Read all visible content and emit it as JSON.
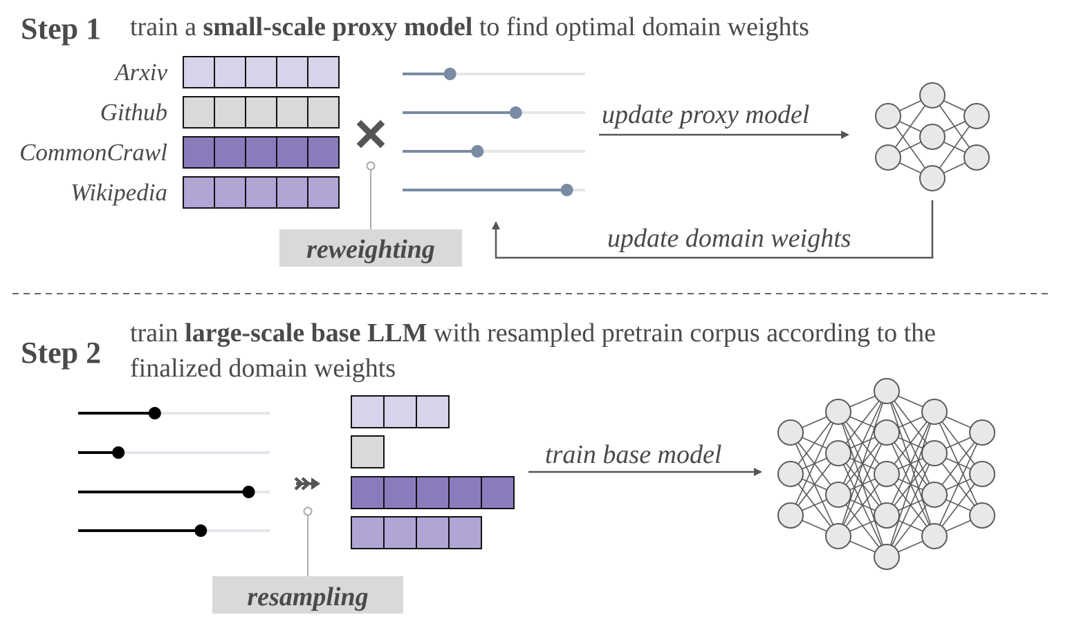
{
  "step1": {
    "label": "Step 1",
    "desc_pre": "train a ",
    "desc_bold": "small-scale proxy model",
    "desc_post": " to find optimal domain weights"
  },
  "step2": {
    "label": "Step 2",
    "desc_pre": "train ",
    "desc_bold": "large-scale base LLM",
    "desc_post": " with resampled pretrain corpus according to the",
    "desc_line2": "finalized domain weights"
  },
  "domains": [
    {
      "name": "Arxiv",
      "color": "#d8d3ea",
      "initial_blocks": 5,
      "resampled_blocks": 3
    },
    {
      "name": "Github",
      "color": "#d9d9d9",
      "initial_blocks": 5,
      "resampled_blocks": 1
    },
    {
      "name": "CommonCrawl",
      "color": "#8b7bbd",
      "initial_blocks": 5,
      "resampled_blocks": 5
    },
    {
      "name": "Wikipedia",
      "color": "#b1a5d6",
      "initial_blocks": 5,
      "resampled_blocks": 4
    }
  ],
  "proxy_weights": [
    0.26,
    0.62,
    0.41,
    0.9
  ],
  "final_weights": [
    0.4,
    0.21,
    0.89,
    0.64
  ],
  "labels": {
    "update_proxy": "update proxy model",
    "update_weights": "update domain weights",
    "reweighting": "reweighting",
    "train_base": "train base model",
    "resampling": "resampling"
  },
  "icons": {
    "multiply": "multiply-icon",
    "resample": "double-arrow-icon"
  },
  "colors": {
    "text": "#4a4a4a",
    "slider_step1": "#7a8ba3",
    "slider_step2": "#000000",
    "track": "#e3e7ec",
    "tag_bg": "#d9d9d9",
    "arrow": "#555555",
    "node_fill": "#e8e8e8",
    "node_stroke": "#5a5a5a"
  },
  "proxy_network_layers": [
    2,
    3,
    2
  ],
  "base_network_layers": [
    3,
    4,
    5,
    4,
    3
  ]
}
